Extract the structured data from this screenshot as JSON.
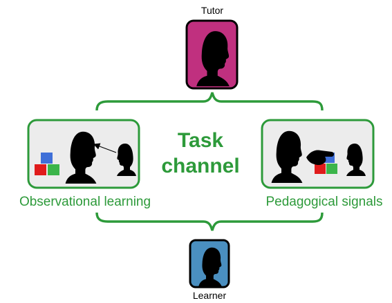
{
  "tutor": {
    "label": "Tutor",
    "card_color": "#c0307f"
  },
  "learner": {
    "label": "Learner",
    "card_color": "#4a8fc0"
  },
  "center": {
    "line1": "Task",
    "line2": "channel"
  },
  "left_panel": {
    "caption": "Observational learning"
  },
  "right_panel": {
    "caption": "Pedagogical signals"
  },
  "colors": {
    "accent_green": "#2d9a3a",
    "panel_fill": "#ececec",
    "silhouette": "#000000",
    "block_red": "#e01b1b",
    "block_green": "#3bb54a",
    "block_blue": "#3f6fd8"
  },
  "icons": [
    "person-silhouette-icon",
    "toy-blocks-icon",
    "pointing-hand-icon",
    "gaze-arrow-icon"
  ]
}
